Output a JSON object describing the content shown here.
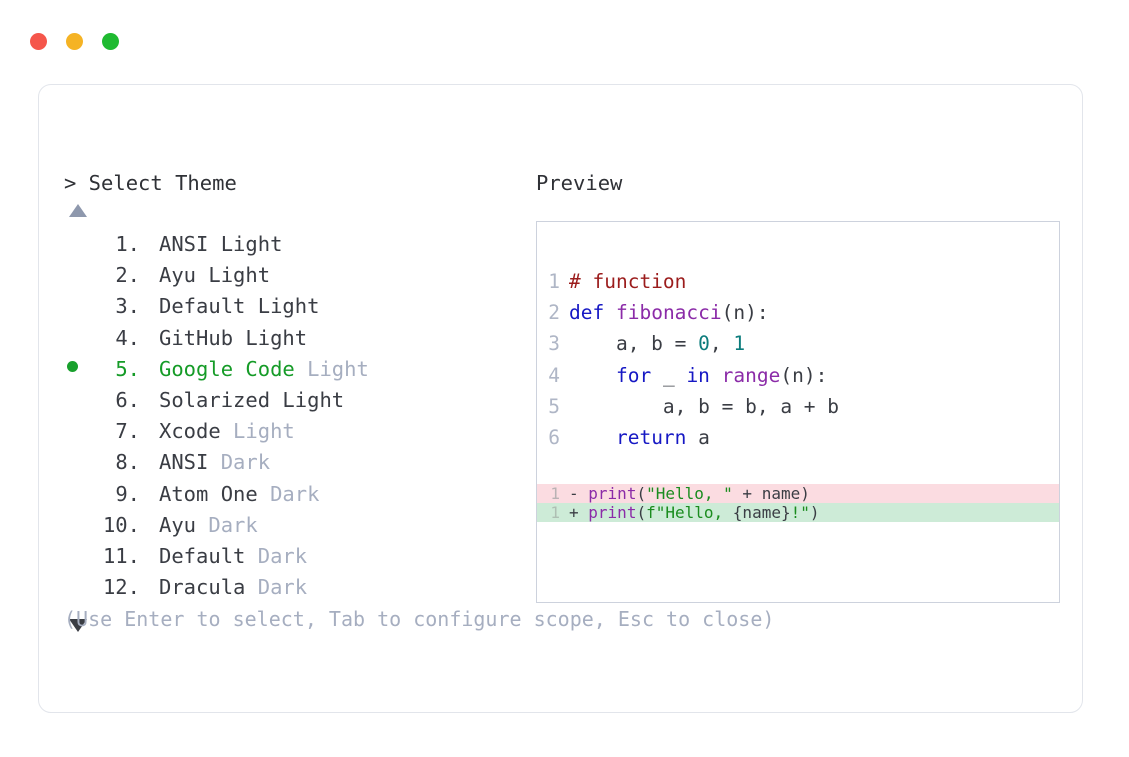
{
  "window": {
    "controls": [
      {
        "name": "close",
        "color": "#F5564B"
      },
      {
        "name": "minimize",
        "color": "#F5B324"
      },
      {
        "name": "maximize",
        "color": "#1FBA31"
      }
    ]
  },
  "prompt": {
    "symbol": ">",
    "label": "Select Theme",
    "full": "> Select Theme"
  },
  "scroll": {
    "up_indicator": "▲",
    "down_indicator": "▼"
  },
  "theme_list": {
    "selected_index": 5,
    "items": [
      {
        "number": "1.",
        "name": "ANSI Light",
        "variant": "",
        "selected": false
      },
      {
        "number": "2.",
        "name": "Ayu Light",
        "variant": "",
        "selected": false
      },
      {
        "number": "3.",
        "name": "Default Light",
        "variant": "",
        "selected": false
      },
      {
        "number": "4.",
        "name": "GitHub Light",
        "variant": "",
        "selected": false
      },
      {
        "number": "5.",
        "name": "Google Code",
        "variant": "Light",
        "selected": true
      },
      {
        "number": "6.",
        "name": "Solarized Light",
        "variant": "",
        "selected": false
      },
      {
        "number": "7.",
        "name": "Xcode",
        "variant": "Light",
        "selected": false
      },
      {
        "number": "8.",
        "name": "ANSI",
        "variant": "Dark",
        "selected": false
      },
      {
        "number": "9.",
        "name": "Atom One",
        "variant": "Dark",
        "selected": false
      },
      {
        "number": "10.",
        "name": "Ayu",
        "variant": "Dark",
        "selected": false
      },
      {
        "number": "11.",
        "name": "Default",
        "variant": "Dark",
        "selected": false
      },
      {
        "number": "12.",
        "name": "Dracula",
        "variant": "Dark",
        "selected": false
      }
    ]
  },
  "hint": {
    "text": "(Use Enter to select, Tab to configure scope, Esc to close)"
  },
  "preview": {
    "label": "Preview",
    "code_lines": [
      {
        "number": "1",
        "tokens": [
          {
            "text": "# function",
            "kind": "comment"
          }
        ]
      },
      {
        "number": "2",
        "tokens": [
          {
            "text": "def",
            "kind": "kw"
          },
          {
            "text": " ",
            "kind": "plain"
          },
          {
            "text": "fibonacci",
            "kind": "fn"
          },
          {
            "text": "(n):",
            "kind": "plain"
          }
        ]
      },
      {
        "number": "3",
        "tokens": [
          {
            "text": "    a, b = ",
            "kind": "plain"
          },
          {
            "text": "0",
            "kind": "num"
          },
          {
            "text": ", ",
            "kind": "plain"
          },
          {
            "text": "1",
            "kind": "num"
          }
        ]
      },
      {
        "number": "4",
        "tokens": [
          {
            "text": "    ",
            "kind": "plain"
          },
          {
            "text": "for",
            "kind": "kw"
          },
          {
            "text": " _ ",
            "kind": "plain"
          },
          {
            "text": "in",
            "kind": "kw"
          },
          {
            "text": " ",
            "kind": "plain"
          },
          {
            "text": "range",
            "kind": "builtin"
          },
          {
            "text": "(n):",
            "kind": "plain"
          }
        ]
      },
      {
        "number": "5",
        "tokens": [
          {
            "text": "        a, b = b, a + b",
            "kind": "plain"
          }
        ]
      },
      {
        "number": "6",
        "tokens": [
          {
            "text": "    ",
            "kind": "plain"
          },
          {
            "text": "return",
            "kind": "kw"
          },
          {
            "text": " a",
            "kind": "plain"
          }
        ]
      }
    ],
    "diff_lines": [
      {
        "number": "1",
        "sign": "-",
        "type": "removed",
        "tokens": [
          {
            "text": "print",
            "kind": "builtin"
          },
          {
            "text": "(",
            "kind": "plain"
          },
          {
            "text": "\"Hello, \"",
            "kind": "str"
          },
          {
            "text": " + name)",
            "kind": "plain"
          }
        ]
      },
      {
        "number": "1",
        "sign": "+",
        "type": "added",
        "tokens": [
          {
            "text": "print",
            "kind": "builtin"
          },
          {
            "text": "(",
            "kind": "plain"
          },
          {
            "text": "f\"Hello, ",
            "kind": "str"
          },
          {
            "text": "{name}",
            "kind": "plain"
          },
          {
            "text": "!\"",
            "kind": "str"
          },
          {
            "text": ")",
            "kind": "plain"
          }
        ]
      }
    ]
  },
  "colors": {
    "accent_green": "#159B27",
    "muted": "#A6AEC0",
    "text": "#3A3D44",
    "card_border": "#E2E5EB",
    "preview_border": "#CDD2DD",
    "diff_removed_bg": "#FBDCE1",
    "diff_added_bg": "#CDEBD7",
    "syntax_comment": "#9B1C1C",
    "syntax_keyword": "#1618C4",
    "syntax_function": "#8B2BA8",
    "syntax_number": "#0C7C7C",
    "syntax_string": "#1A8C1E"
  }
}
